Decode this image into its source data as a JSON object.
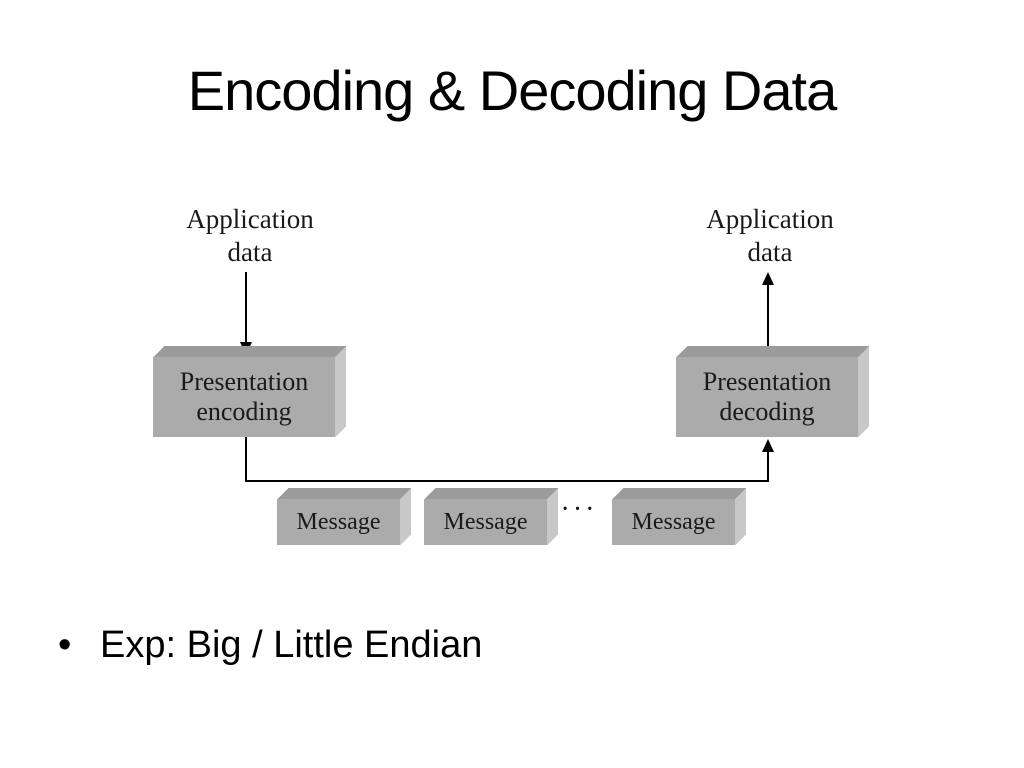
{
  "slide": {
    "title": "Encoding & Decoding Data",
    "bullet_glyph": "•",
    "bullet_text": "Exp: Big / Little Endian"
  },
  "diagram": {
    "app_data_left": {
      "line1": "Application",
      "line2": "data"
    },
    "app_data_right": {
      "line1": "Application",
      "line2": "data"
    },
    "encoder_box": {
      "line1": "Presentation",
      "line2": "encoding"
    },
    "decoder_box": {
      "line1": "Presentation",
      "line2": "decoding"
    },
    "messages": [
      "Message",
      "Message",
      "Message"
    ],
    "ellipsis": "···",
    "colors": {
      "box_front": "#ababab",
      "box_top": "#9b9b9b",
      "box_side": "#c8c8c8",
      "arrow": "#000000",
      "text": "#1a1a1a",
      "background": "#ffffff"
    }
  }
}
